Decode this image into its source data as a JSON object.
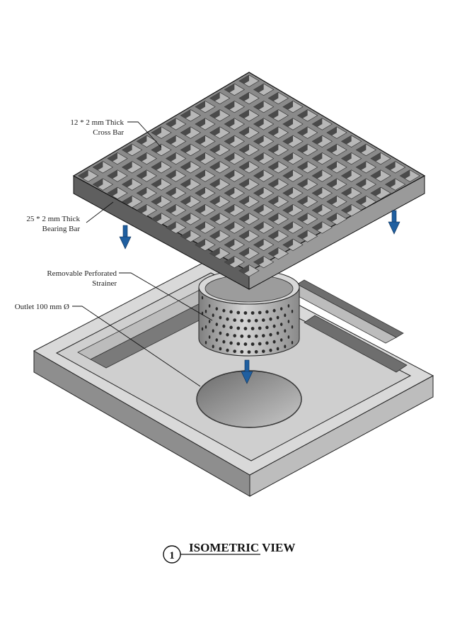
{
  "labels": {
    "cross_bar": [
      "12 * 2 mm Thick",
      "Cross Bar"
    ],
    "bearing_bar": [
      "25 * 2 mm Thick",
      "Bearing Bar"
    ],
    "strainer": [
      "Removable Perforated",
      "Strainer"
    ],
    "outlet": "Outlet 100 mm Ø"
  },
  "caption": {
    "number": "1",
    "title": "ISOMETRIC VIEW"
  },
  "colors": {
    "grate_top": "#8a8a8a",
    "grate_side_left": "#5f5f5f",
    "grate_side_right": "#9a9a9a",
    "frame_top": "#d9d9d9",
    "frame_side_left": "#8e8e8e",
    "frame_side_right": "#bdbdbd",
    "channel_dark": "#6e6e6e",
    "channel_light": "#bcbcbc",
    "strainer": "#a9a9a9",
    "arrow": "#1f5fa0"
  },
  "icons": [
    "down-arrow-icon"
  ]
}
